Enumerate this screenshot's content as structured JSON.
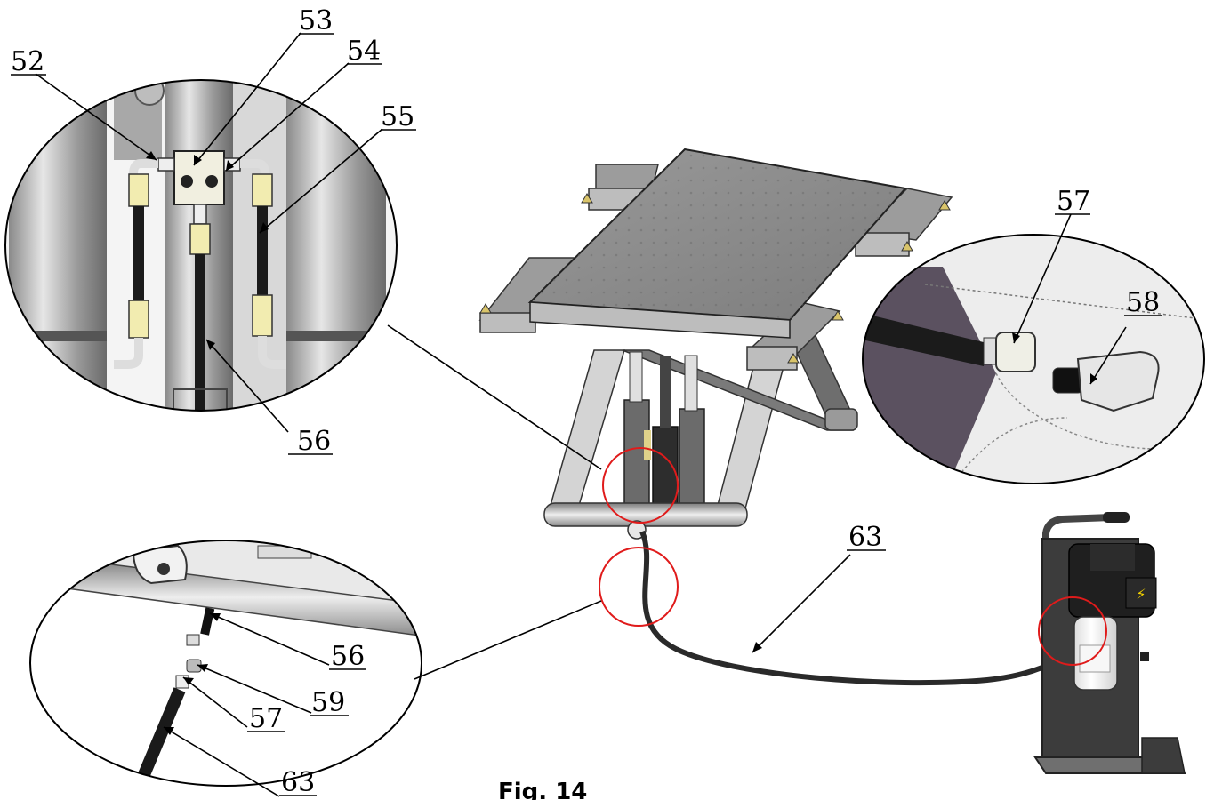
{
  "figure": {
    "caption": "Fig. 14"
  },
  "callouts": {
    "c52": "52",
    "c53": "53",
    "c54": "54",
    "c55": "55",
    "c56_top": "56",
    "c57_right": "57",
    "c58": "58",
    "c63_hose": "63",
    "c56_bottom": "56",
    "c59": "59",
    "c57_bottom": "57",
    "c63_bottom": "63"
  },
  "pump_unit": {
    "warning_symbol": "⚡"
  },
  "colors": {
    "highlight_circle": "#e01b1b",
    "platform": "#8e8e8e",
    "frame": "#c9c9c9",
    "cylinder": "#6b6b6b",
    "hose": "#1a1a1a",
    "fitting": "#f2ecb0",
    "backplate": "#3c3c3c"
  }
}
